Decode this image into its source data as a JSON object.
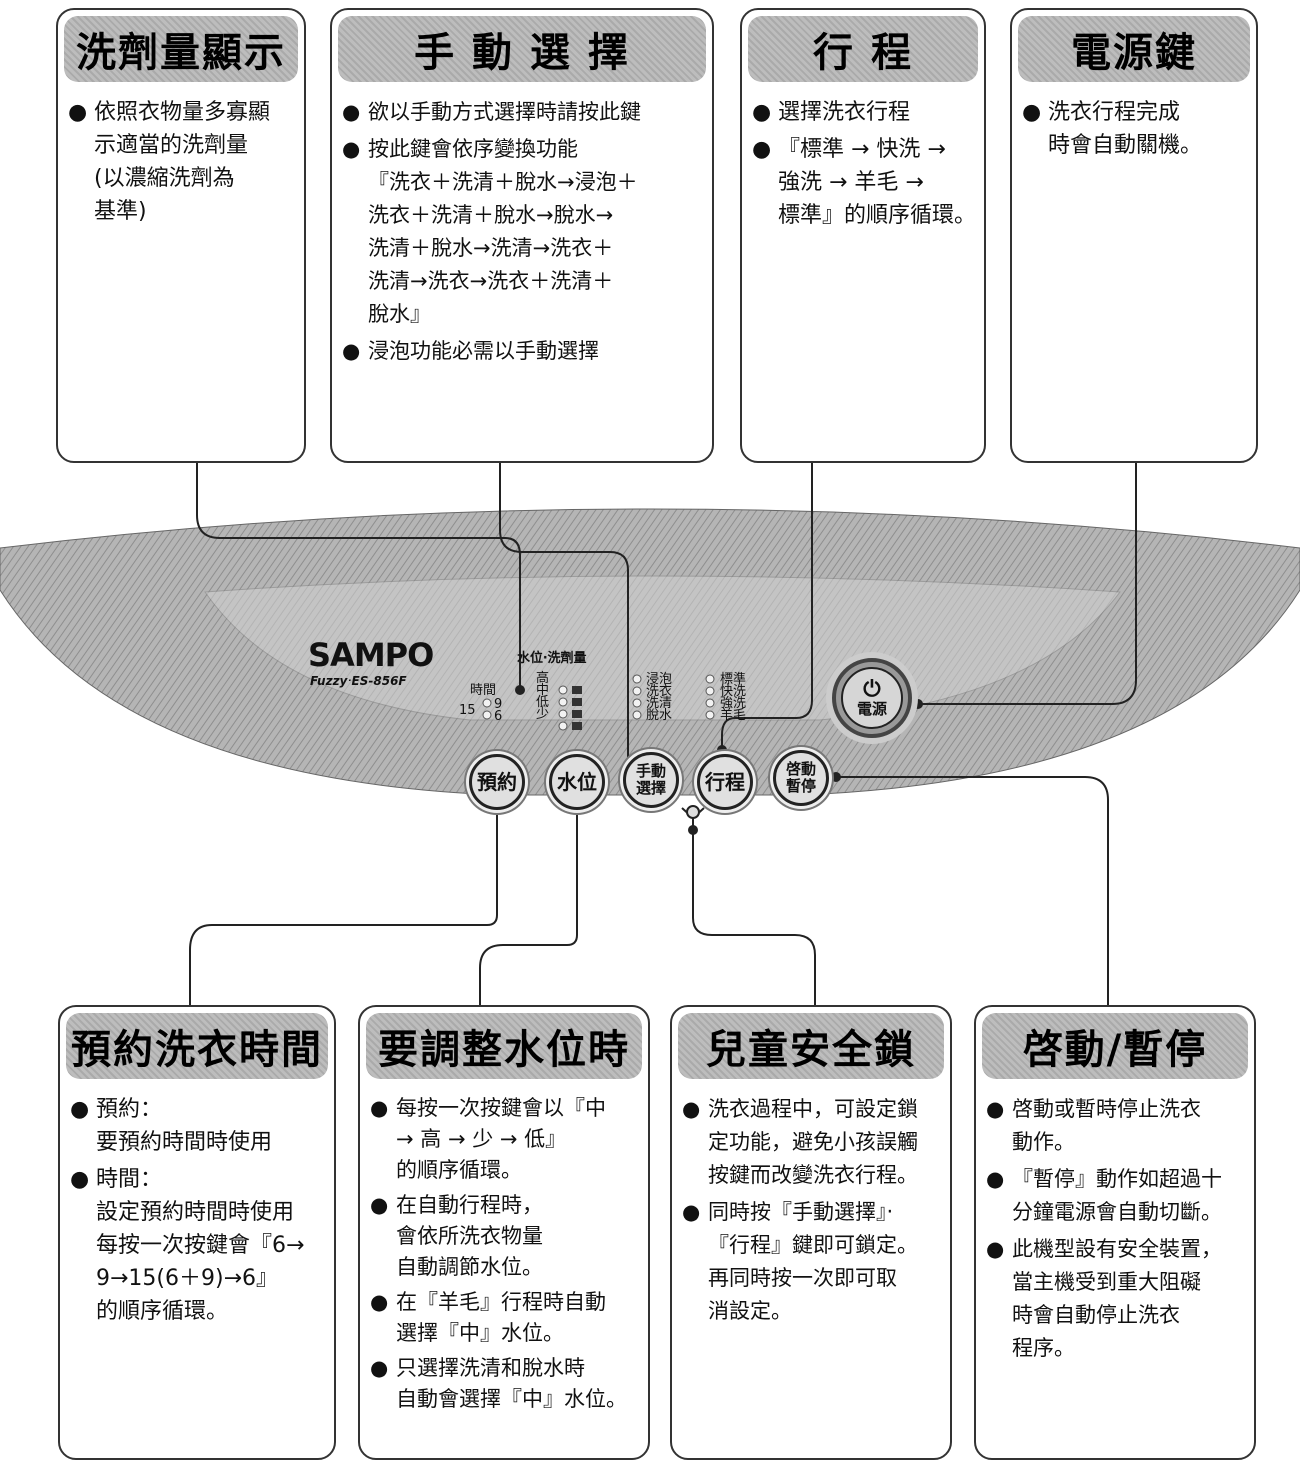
{
  "cards_top": [
    {
      "title": "洗劑量顯示",
      "items": [
        [
          "依照衣物量多寡顯",
          "示適當的洗劑量",
          "(以濃縮洗劑為",
          "基準)"
        ]
      ]
    },
    {
      "title": "手 動 選 擇",
      "items": [
        [
          "欲以手動方式選擇時請按此鍵"
        ],
        [
          "按此鍵會依序變換功能",
          "『洗衣＋洗清＋脫水→浸泡＋",
          "洗衣＋洗清＋脫水→脫水→",
          "洗清＋脫水→洗清→洗衣＋",
          "洗清→洗衣→洗衣＋洗清＋",
          "脫水』"
        ],
        [
          "浸泡功能必需以手動選擇"
        ]
      ]
    },
    {
      "title": "行 程",
      "items": [
        [
          "選擇洗衣行程"
        ],
        [
          "『標準 → 快洗 →",
          "強洗 → 羊毛 →",
          "標準』的順序循環。"
        ]
      ]
    },
    {
      "title": "電源鍵",
      "items": [
        [
          "洗衣行程完成",
          "時會自動關機。"
        ]
      ]
    }
  ],
  "cards_bottom": [
    {
      "title": "預約洗衣時間",
      "items": [
        [
          "預約：",
          "要預約時間時使用"
        ],
        [
          "時間：",
          "設定預約時間時使用",
          "每按一次按鍵會『6→",
          "9→15(6＋9)→6』",
          "的順序循環。"
        ]
      ]
    },
    {
      "title": "要調整水位時",
      "items": [
        [
          "每按一次按鍵會以『中",
          "→ 高 → 少 → 低』",
          "的順序循環。"
        ],
        [
          "在自動行程時，",
          "會依所洗衣物量",
          "自動調節水位。"
        ],
        [
          "在『羊毛』行程時自動",
          "選擇『中』水位。"
        ],
        [
          "只選擇洗清和脫水時",
          "自動會選擇『中』水位。"
        ]
      ]
    },
    {
      "title": "兒童安全鎖",
      "items": [
        [
          "洗衣過程中，可設定鎖",
          "定功能，避免小孩誤觸",
          "按鍵而改變洗衣行程。"
        ],
        [
          "同時按『手動選擇』‧",
          "『行程』鍵即可鎖定。",
          "再同時按一次即可取",
          "消設定。"
        ]
      ]
    },
    {
      "title": "啓動/暫停",
      "items": [
        [
          "啓動或暫時停止洗衣",
          "動作。"
        ],
        [
          "『暫停』動作如超過十",
          "分鐘電源會自動切斷。"
        ],
        [
          "此機型設有安全裝置，",
          "當主機受到重大阻礙",
          "時會自動停止洗衣",
          "程序。"
        ]
      ]
    }
  ],
  "bullet": "●",
  "panel": {
    "brand": "SAMPO",
    "model": "Fuzzy‧ES-856F",
    "water_header": "水位‧洗劑量",
    "water_levels": [
      "高",
      "中",
      "低",
      "少"
    ],
    "time_label": "時間",
    "time_values": [
      "9",
      "6"
    ],
    "time_15": "15",
    "functions": [
      "浸泡",
      "洗衣",
      "洗清",
      "脫水"
    ],
    "courses": [
      "標準",
      "快洗",
      "強洗",
      "羊毛"
    ],
    "buttons": {
      "reserve": "預約",
      "water": "水位",
      "manual": [
        "手動",
        "選擇"
      ],
      "course": "行程",
      "start": [
        "啓動",
        "暫停"
      ],
      "power_symbol": "⏻",
      "power": "電源"
    }
  }
}
